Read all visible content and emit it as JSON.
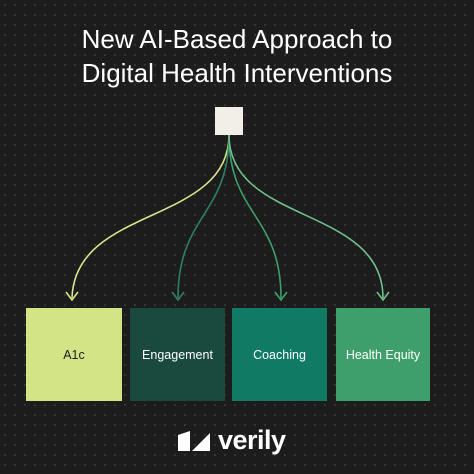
{
  "title": {
    "line1": "New AI-Based Approach to",
    "line2": "Digital Health Interventions"
  },
  "targets": [
    {
      "label": "A1c",
      "color": "#d3e487"
    },
    {
      "label": "Engagement",
      "color": "#194a3d"
    },
    {
      "label": "Coaching",
      "color": "#107a65"
    },
    {
      "label": "Health Equity",
      "color": "#3e9f6c"
    }
  ],
  "connector_colors": [
    "#d8e48a",
    "#2f7f66",
    "#3e9f6c",
    "#6fbf8a"
  ],
  "source_node_color": "#f2efe8",
  "brand": {
    "logo_text": "verily",
    "logo_icon": "verily-mark-icon"
  }
}
